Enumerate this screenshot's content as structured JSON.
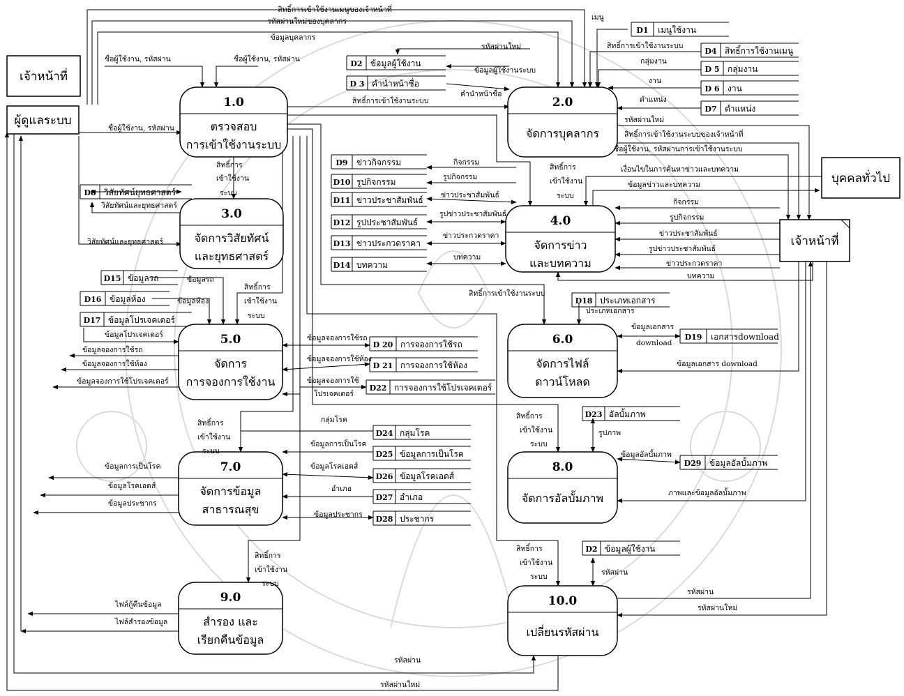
{
  "entities": [
    {
      "label": "เจ้าหน้าที่"
    },
    {
      "label": "ผู้ดูแลระบบ"
    },
    {
      "label": "บุคคลทั่วไป"
    },
    {
      "label": "เจ้าหน้าที่"
    }
  ],
  "processes": [
    {
      "id": "1.0",
      "lines": [
        "ตรวจสอบ",
        "การเข้าใช้งานระบบ"
      ]
    },
    {
      "id": "2.0",
      "lines": [
        "จัดการบุคลากร"
      ]
    },
    {
      "id": "3.0",
      "lines": [
        "จัดการวิสัยทัศน์",
        "และยุทธศาสตร์"
      ]
    },
    {
      "id": "4.0",
      "lines": [
        "จัดการข่าว",
        "และบทความ"
      ]
    },
    {
      "id": "5.0",
      "lines": [
        "จัดการ",
        "การจองการใช้งาน"
      ]
    },
    {
      "id": "6.0",
      "lines": [
        "จัดการไฟล์",
        "ดาวน์โหลด"
      ]
    },
    {
      "id": "7.0",
      "lines": [
        "จัดการข้อมูล",
        "สาธารณสุข"
      ]
    },
    {
      "id": "8.0",
      "lines": [
        "จัดการอัลบั้มภาพ"
      ]
    },
    {
      "id": "9.0",
      "lines": [
        "สำรอง และ",
        "เรียกคืนข้อมูล"
      ]
    },
    {
      "id": "10.0",
      "lines": [
        "เปลี่ยนรหัสผ่าน"
      ]
    }
  ],
  "stores": [
    {
      "id": "D1",
      "name": "เมนูใช้งาน"
    },
    {
      "id": "D2",
      "name": "ข้อมูลผู้ใช้งาน"
    },
    {
      "id": "D 3",
      "name": "คำนำหน้าชื่อ"
    },
    {
      "id": "D4",
      "name": "สิทธิ์การใช้งานเมนู"
    },
    {
      "id": "D 5",
      "name": "กลุ่มงาน"
    },
    {
      "id": "D 6",
      "name": "งาน"
    },
    {
      "id": "D7",
      "name": "ตำแหน่ง"
    },
    {
      "id": "D8",
      "name": "วิสัยทัศน์ยุทธศาสตร์"
    },
    {
      "id": "D9",
      "name": "ข่าวกิจกรรม"
    },
    {
      "id": "D10",
      "name": "รูปกิจกรรม"
    },
    {
      "id": "D11",
      "name": "ข่าวประชาสัมพันธ์"
    },
    {
      "id": "D12",
      "name": "รูปประชาสัมพันธ์"
    },
    {
      "id": "D13",
      "name": "ข่าวประกวดราคา"
    },
    {
      "id": "D14",
      "name": "บทความ"
    },
    {
      "id": "D15",
      "name": "ข้อมูลรถ"
    },
    {
      "id": "D16",
      "name": "ข้อมูลห้อง"
    },
    {
      "id": "D17",
      "name": "ข้อมูลโปรเจคเตอร์"
    },
    {
      "id": "D18",
      "name": "ประเภทเอกสาร"
    },
    {
      "id": "D19",
      "name": "เอกสารdownload"
    },
    {
      "id": "D 20",
      "name": "การจองการใช้รถ"
    },
    {
      "id": "D 21",
      "name": "การจองการใช้ห้อง"
    },
    {
      "id": "D22",
      "name": "การจองการใช้โปรเจคเตอร์"
    },
    {
      "id": "D23",
      "name": "อัลบั้มภาพ"
    },
    {
      "id": "D24",
      "name": "กลุ่มโรค"
    },
    {
      "id": "D25",
      "name": "ข้อมูลการเป็นโรค"
    },
    {
      "id": "D26",
      "name": "ข้อมูลโรคเอดส์"
    },
    {
      "id": "D27",
      "name": "อำเภอ"
    },
    {
      "id": "D28",
      "name": "ประชากร"
    },
    {
      "id": "D29",
      "name": "ข้อมูลอัลบั้มภาพ"
    },
    {
      "id": "D2",
      "name": "ข้อมูลผู้ใช้งาน"
    }
  ],
  "flow_labels": [
    "สิทธิ์การเข้าใช้งานเมนูของเจ้าหน้าที่",
    "รหัสผ่านใหม่ของบุคลากร",
    "ข้อมูลบุคลากร",
    "ชื่อผู้ใช้งาน, รหัสผ่าน",
    "ชื่อผู้ใช้งาน, รหัสผ่าน",
    "ชื่อผู้ใช้งาน, รหัสผ่าน",
    "รหัสผ่านใหม่",
    "ข้อมูลผู้ใช้งานระบบ",
    "คำนำหน้าชื่อ",
    "สิทธิ์การเข้าใช้งานระบบ",
    "เมนู",
    "สิทธิ์การเข้าใช้งานระบบ",
    "กลุ่มงาน",
    "งาน",
    "ตำแหน่ง",
    "รหัสผ่านใหม่",
    "สิทธิ์การเข้าใช้งานระบบของเจ้าหน้าที่",
    "ชื่อผู้ใช้งาน, รหัสผ่านการเข้าใช้งานระบบ",
    "เงื่อนไขในการค้นหาข่าวและบทความ",
    "ข้อมูลข่าวและบทความ",
    "สิทธิ์การ",
    "เข้าใช้งาน",
    "ระบบ",
    "กิจกรรม",
    "รูปกิจกรรม",
    "ข่าวประชาสัมพันธ์",
    "รูปข่าวประชาสัมพันธ์",
    "ข่าวประกวดราคา",
    "บทความ",
    "กิจกรรม",
    "รูปกิจกรรม",
    "ข่าวประชาสัมพันธ์",
    "รูปข่าวประชาสัมพันธ์",
    "ข่าวประกวดราคา",
    "บทความ",
    "สิทธิ์การ",
    "เข้าใช้งาน",
    "ระบบ",
    "วิสัยทัศน์และยุทธศาสตร์",
    "วิสัยทัศน์และยุทธศาสตร์",
    "ข้อมูลรถ",
    "ข้อมูลห้อง",
    "สิทธิ์การ",
    "เข้าใช้งาน",
    "ระบบ",
    "ข้อมูลโปรเจคเตอร์",
    "ข้อมูลจองการใช้รถ",
    "ข้อมูลจองการใช้ห้อง",
    "ข้อมูลจองการใช้โปรเจคเตอร์",
    "ข้อมูลจองการใช้รถ",
    "ข้อมูลจองการใช้ห้อง",
    "ข้อมูลจองการใช้",
    "โปรเจคเตอร์",
    "สิทธิ์การเข้าใช้งานระบบ",
    "ประเภทเอกสาร",
    "ข้อมูลเอกสาร",
    "download",
    "ข้อมูลเอกสาร download",
    "สิทธิ์การ",
    "เข้าใช้งาน",
    "ระบบ",
    "สิทธิ์การ",
    "เข้าใช้งาน",
    "ระบบ",
    "รูปภาพ",
    "ข้อมูลอัลบั้มภาพ",
    "ภาพและข้อมูลอัลบั้มภาพ",
    "กลุ่มโรค",
    "ข้อมูลการเป็นโรค",
    "ข้อมูลโรคเอดส์",
    "อำเภอ",
    "ข้อมูลประชากร",
    "ข้อมูลการเป็นโรค",
    "ข้อมูลโรคเอดส์",
    "ข้อมูลประชากร",
    "สิทธิ์การ",
    "เข้าใช้งาน",
    "ระบบ",
    "ไฟล์กู้คืนข้อมูล",
    "ไฟล์สำรองข้อมูล",
    "สิทธิ์การ",
    "เข้าใช้งาน",
    "ระบบ",
    "รหัสผ่าน",
    "รหัสผ่าน",
    "รหัสผ่านใหม่",
    "รหัสผ่าน",
    "รหัสผ่านใหม่"
  ]
}
